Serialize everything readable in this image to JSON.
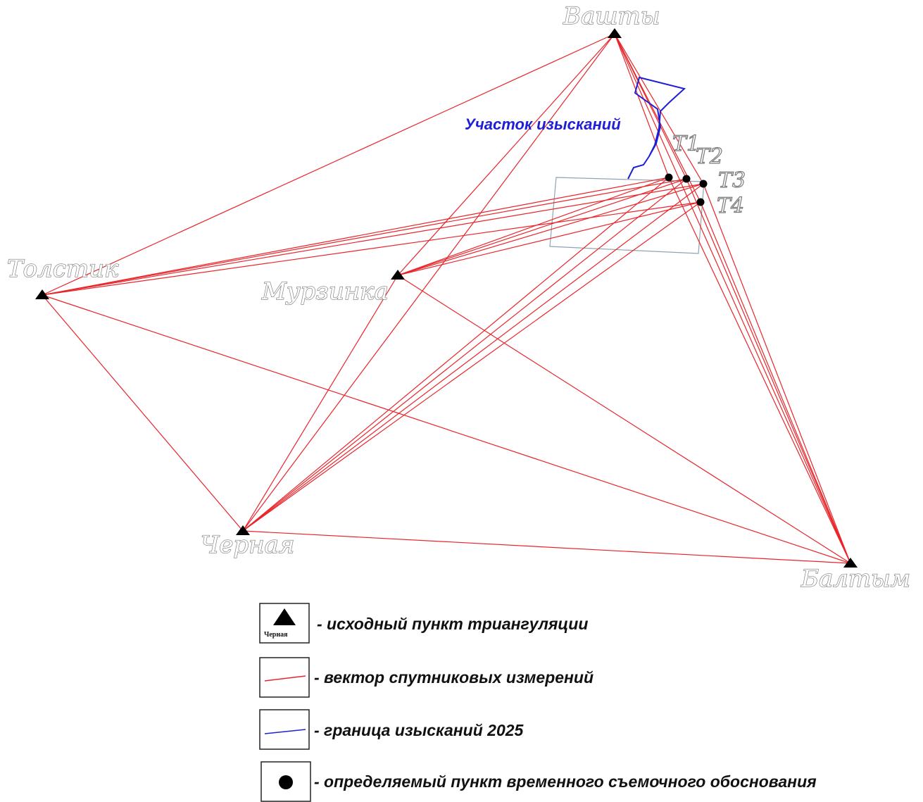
{
  "stations": [
    {
      "id": "vashty",
      "name": "Вашты"
    },
    {
      "id": "tolstik",
      "name": "Толстик"
    },
    {
      "id": "murzinka",
      "name": "Мурзинка"
    },
    {
      "id": "chernaya",
      "name": "Черная"
    },
    {
      "id": "baltym",
      "name": "Балтым"
    }
  ],
  "points": [
    {
      "id": "t1",
      "name": "Т1"
    },
    {
      "id": "t2",
      "name": "Т2"
    },
    {
      "id": "t3",
      "name": "Т3"
    },
    {
      "id": "t4",
      "name": "Т4"
    }
  ],
  "survey_area": {
    "label": "Участок изысканий"
  },
  "vectors": [
    [
      "vashty",
      "tolstik"
    ],
    [
      "vashty",
      "chernaya"
    ],
    [
      "vashty",
      "murzinka"
    ],
    [
      "vashty",
      "baltym"
    ],
    [
      "tolstik",
      "chernaya"
    ],
    [
      "tolstik",
      "baltym"
    ],
    [
      "chernaya",
      "baltym"
    ],
    [
      "murzinka",
      "chernaya"
    ],
    [
      "murzinka",
      "baltym"
    ],
    [
      "vashty",
      "t1"
    ],
    [
      "vashty",
      "t2"
    ],
    [
      "vashty",
      "t3"
    ],
    [
      "vashty",
      "t4"
    ],
    [
      "tolstik",
      "t1"
    ],
    [
      "tolstik",
      "t2"
    ],
    [
      "tolstik",
      "t3"
    ],
    [
      "tolstik",
      "t4"
    ],
    [
      "murzinka",
      "t1"
    ],
    [
      "murzinka",
      "t2"
    ],
    [
      "murzinka",
      "t3"
    ],
    [
      "murzinka",
      "t4"
    ],
    [
      "chernaya",
      "t1"
    ],
    [
      "chernaya",
      "t2"
    ],
    [
      "chernaya",
      "t3"
    ],
    [
      "chernaya",
      "t4"
    ],
    [
      "baltym",
      "t1"
    ],
    [
      "baltym",
      "t2"
    ],
    [
      "baltym",
      "t3"
    ],
    [
      "baltym",
      "t4"
    ]
  ],
  "colors": {
    "vector": "#e8252b",
    "boundary": "#1f1fd6",
    "frame": "#8fa3b0",
    "marker": "#000000"
  },
  "legend": [
    {
      "icon": "triangle-icon",
      "caption": "Черная",
      "text": "- исходный пункт триангуляции"
    },
    {
      "icon": "red-line-icon",
      "text": "- вектор спутниковых измерений"
    },
    {
      "icon": "blue-line-icon",
      "text": "- граница изысканий 2025"
    },
    {
      "icon": "dot-icon",
      "text": "- определяемый пункт временного съемочного обоснования"
    }
  ]
}
